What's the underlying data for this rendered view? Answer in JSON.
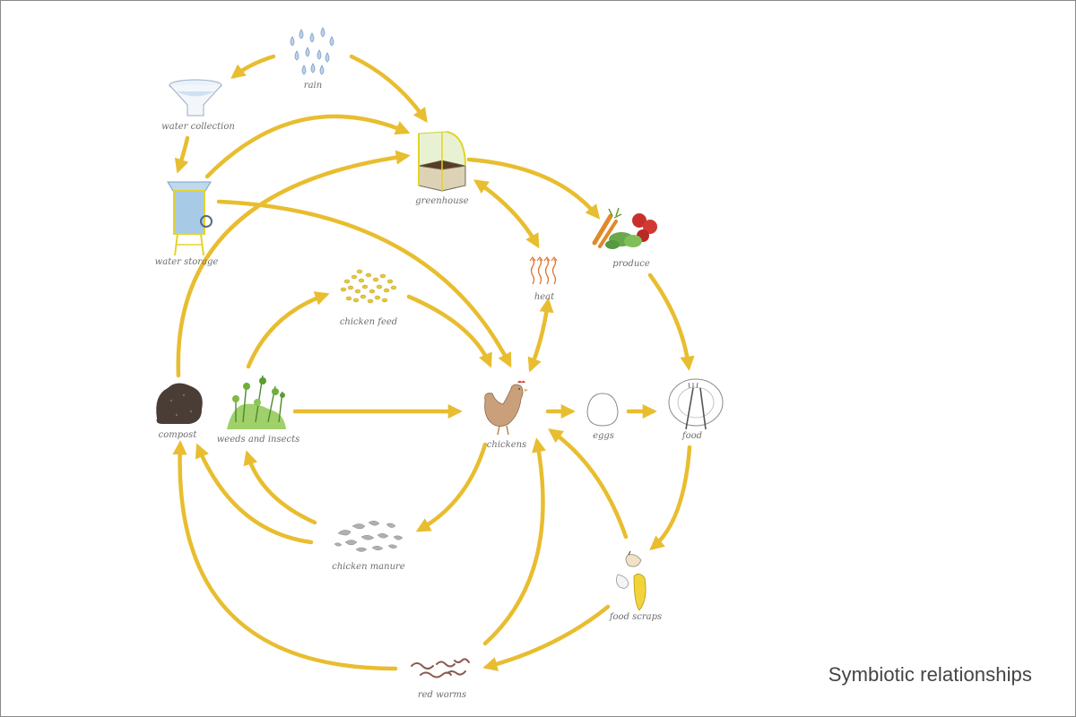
{
  "caption": "Symbiotic relationships",
  "colors": {
    "arrow": "#e8bd2f",
    "label": "#6d6d6d",
    "caption": "#444444"
  },
  "nodes": {
    "rain": {
      "label": "rain",
      "icon": "raindrops-icon"
    },
    "water_collection": {
      "label": "water collection",
      "icon": "funnel-icon"
    },
    "water_storage": {
      "label": "water storage",
      "icon": "water-tank-icon"
    },
    "greenhouse": {
      "label": "greenhouse",
      "icon": "greenhouse-icon"
    },
    "produce": {
      "label": "produce",
      "icon": "vegetables-icon"
    },
    "heat": {
      "label": "heat",
      "icon": "heat-waves-icon"
    },
    "chicken_feed": {
      "label": "chicken feed",
      "icon": "grain-icon"
    },
    "compost": {
      "label": "compost",
      "icon": "compost-pile-icon"
    },
    "weeds_and_insects": {
      "label": "weeds and insects",
      "icon": "weeds-icon"
    },
    "chickens": {
      "label": "chickens",
      "icon": "chicken-icon"
    },
    "eggs": {
      "label": "eggs",
      "icon": "egg-icon"
    },
    "food": {
      "label": "food",
      "icon": "plate-icon"
    },
    "chicken_manure": {
      "label": "chicken manure",
      "icon": "manure-icon"
    },
    "food_scraps": {
      "label": "food scraps",
      "icon": "food-scraps-icon"
    },
    "red_worms": {
      "label": "red worms",
      "icon": "worms-icon"
    }
  },
  "edges": [
    {
      "from": "rain",
      "to": "water_collection"
    },
    {
      "from": "rain",
      "to": "greenhouse"
    },
    {
      "from": "water_collection",
      "to": "water_storage"
    },
    {
      "from": "water_storage",
      "to": "greenhouse"
    },
    {
      "from": "water_storage",
      "to": "chickens"
    },
    {
      "from": "compost",
      "to": "greenhouse"
    },
    {
      "from": "greenhouse",
      "to": "produce"
    },
    {
      "from": "greenhouse",
      "to": "heat",
      "bidirectional": true
    },
    {
      "from": "heat",
      "to": "chickens",
      "bidirectional": true
    },
    {
      "from": "produce",
      "to": "food"
    },
    {
      "from": "weeds_and_insects",
      "to": "chicken_feed"
    },
    {
      "from": "chicken_feed",
      "to": "chickens"
    },
    {
      "from": "weeds_and_insects",
      "to": "chickens"
    },
    {
      "from": "chickens",
      "to": "eggs"
    },
    {
      "from": "eggs",
      "to": "food"
    },
    {
      "from": "food",
      "to": "food_scraps"
    },
    {
      "from": "food_scraps",
      "to": "chickens"
    },
    {
      "from": "food_scraps",
      "to": "red_worms"
    },
    {
      "from": "red_worms",
      "to": "chickens"
    },
    {
      "from": "red_worms",
      "to": "compost"
    },
    {
      "from": "chickens",
      "to": "chicken_manure"
    },
    {
      "from": "chicken_manure",
      "to": "compost"
    },
    {
      "from": "chicken_manure",
      "to": "weeds_and_insects"
    }
  ]
}
